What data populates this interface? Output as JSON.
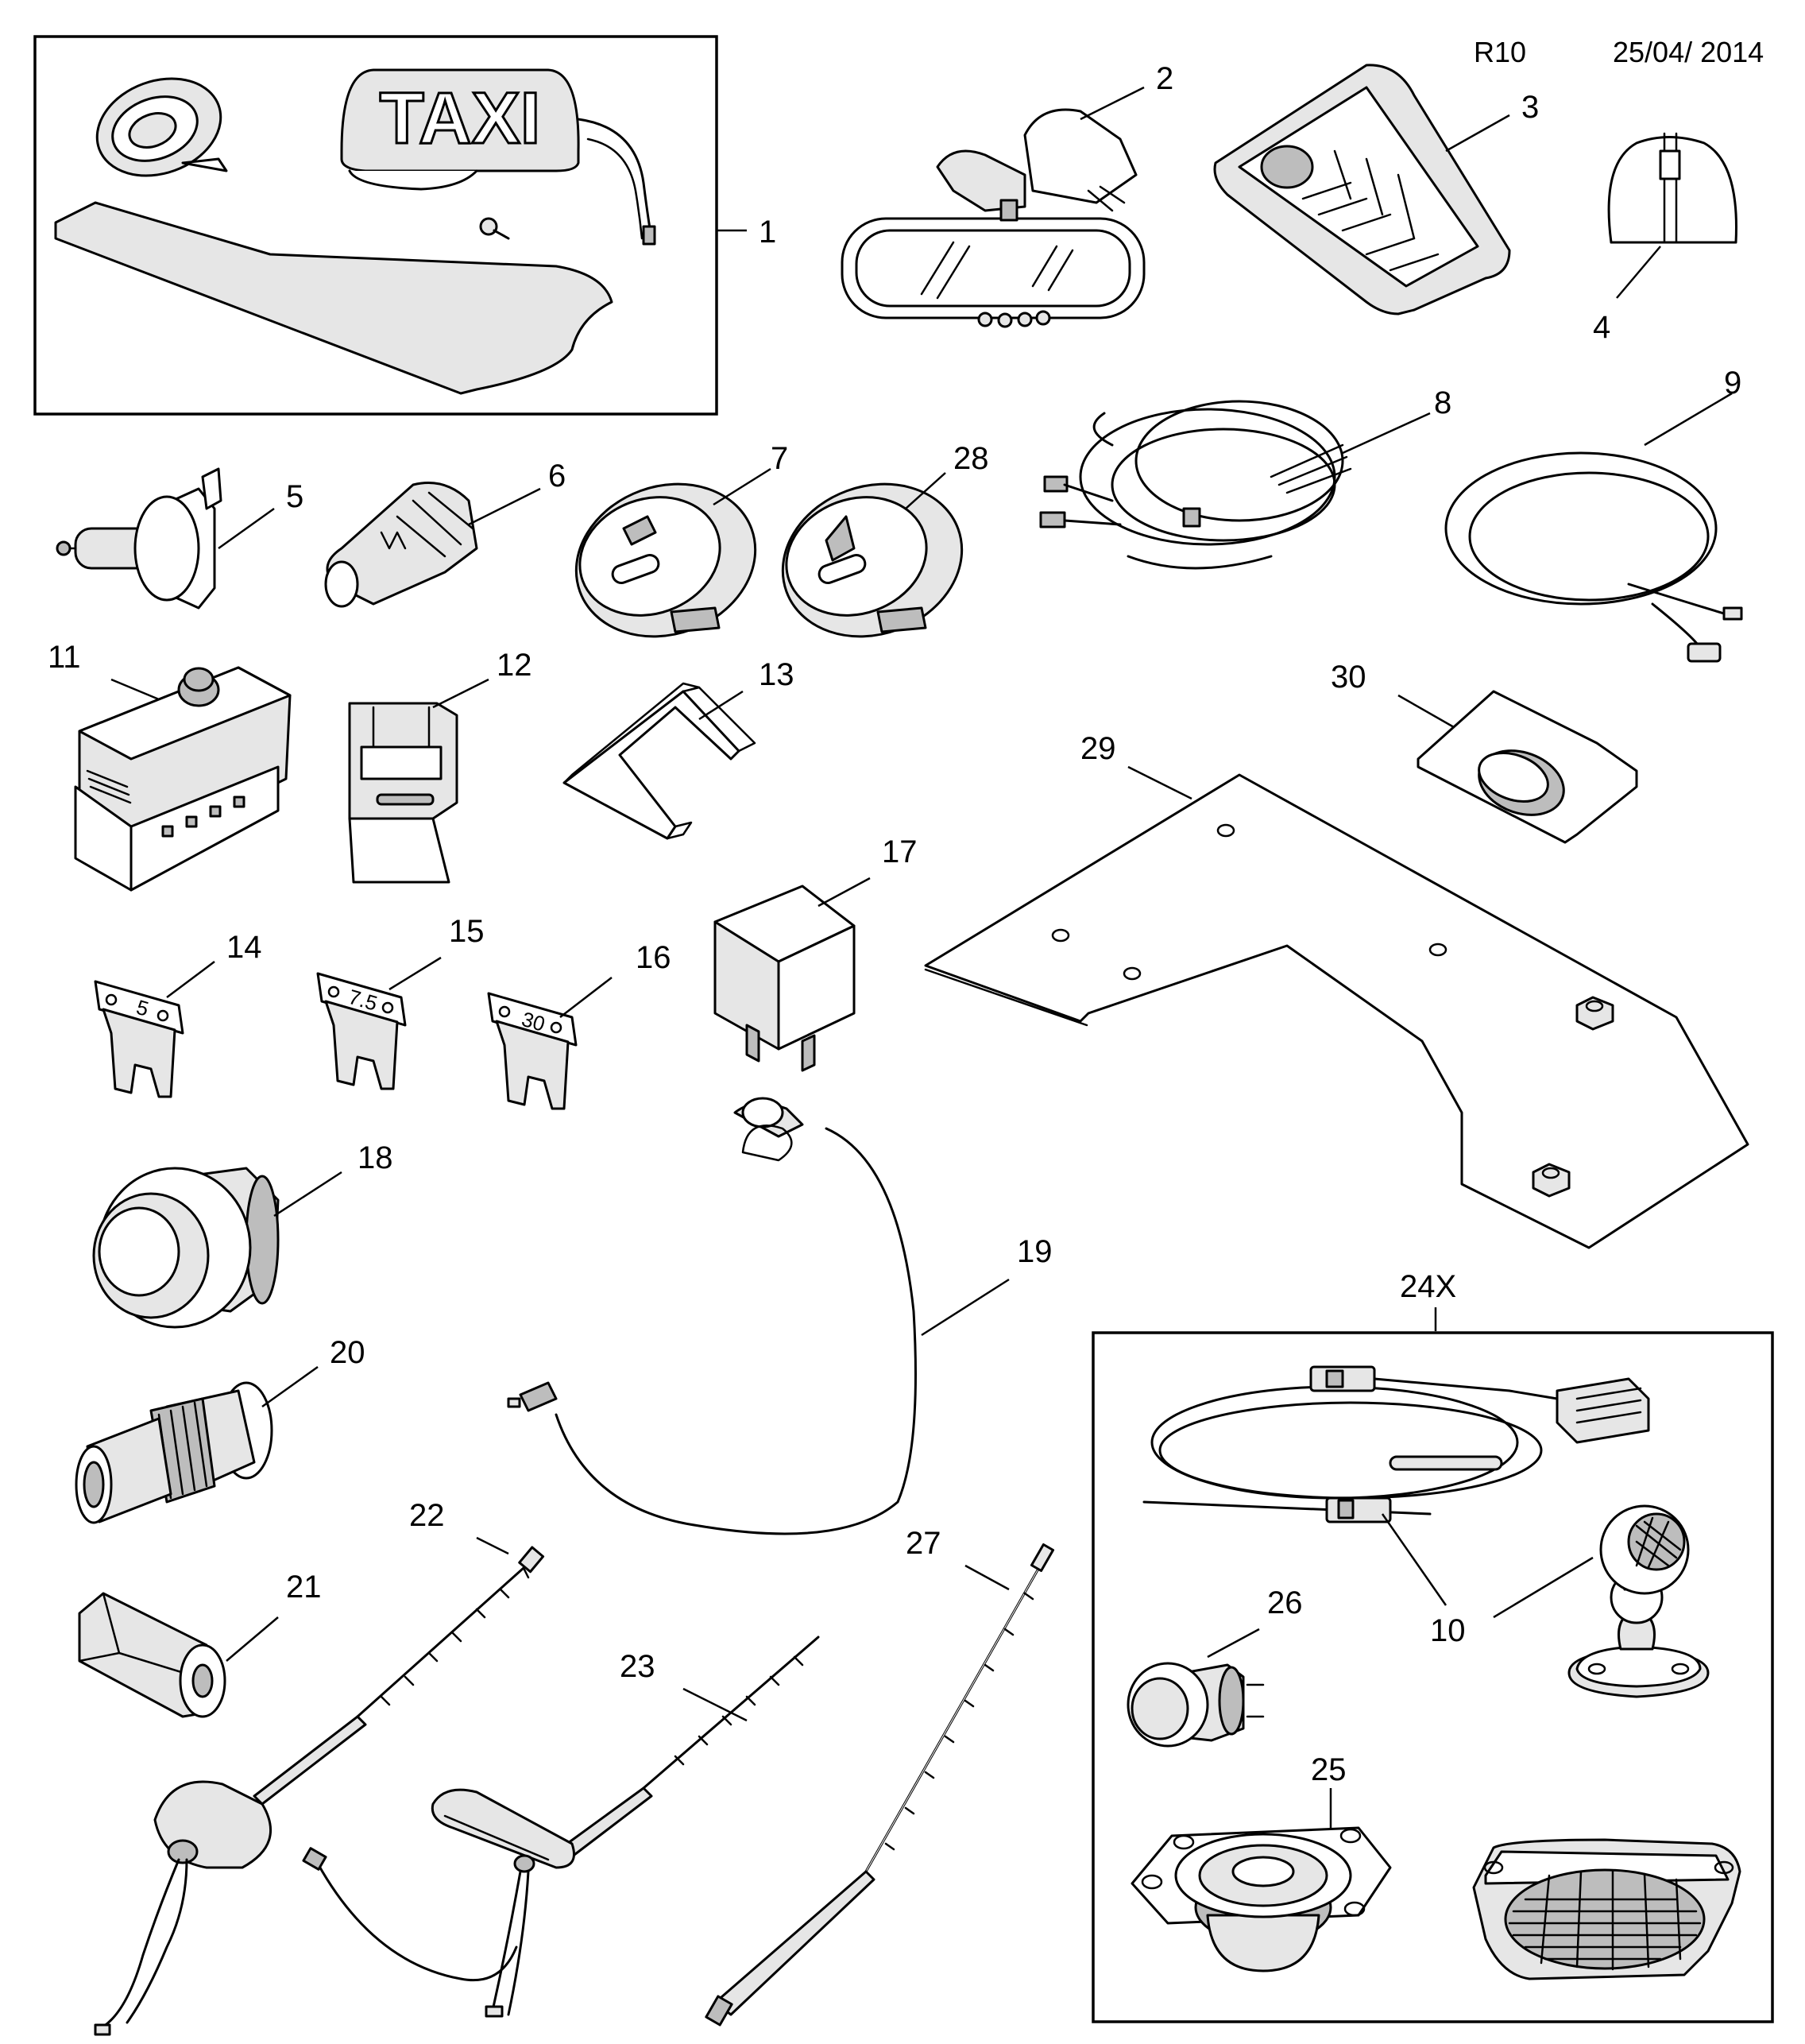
{
  "header": {
    "revision": "R10",
    "date": "25/04/ 2014"
  },
  "callouts": {
    "c1": "1",
    "c2": "2",
    "c3": "3",
    "c4": "4",
    "c5": "5",
    "c6": "6",
    "c7": "7",
    "c8": "8",
    "c9": "9",
    "c10": "10",
    "c11": "11",
    "c12": "12",
    "c13": "13",
    "c14": "14",
    "c15": "15",
    "c16": "16",
    "c17": "17",
    "c18": "18",
    "c19": "19",
    "c20": "20",
    "c21": "21",
    "c22": "22",
    "c23": "23",
    "c24x": "24X",
    "c25": "25",
    "c26": "26",
    "c27": "27",
    "c28": "28",
    "c29": "29",
    "c30": "30"
  },
  "part_markings": {
    "taxi_sign": "TAXI",
    "fuse_14": "5",
    "fuse_15": "7.5",
    "fuse_16": "30"
  }
}
